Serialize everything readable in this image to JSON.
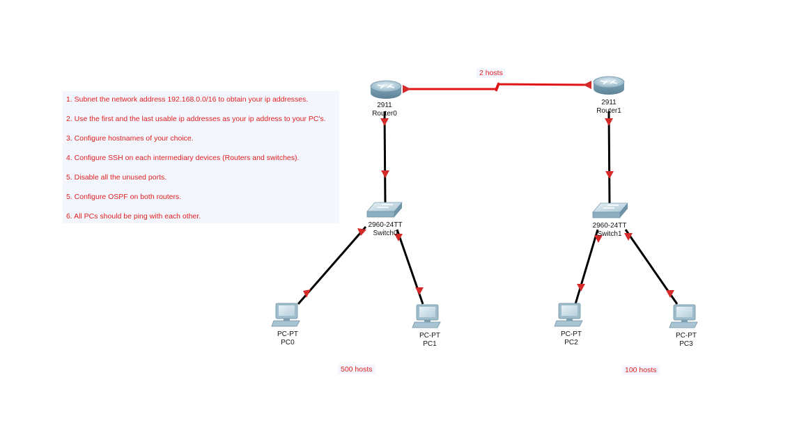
{
  "notes": [
    "1. Subnet the network address 192.168.0.0/16 to obtain your ip addresses.",
    "2. Use the first and the last usable ip addresses as your ip address to your PC's.",
    "3. Configure hostnames of your choice.",
    "4. Configure SSH on each intermediary devices (Routers and switches).",
    "5. Disable all the unused ports.",
    "5. Configure OSPF on both routers.",
    "6. All PCs should be ping with each other."
  ],
  "devices": {
    "router0": {
      "model": "2911",
      "name": "Router0"
    },
    "router1": {
      "model": "2911",
      "name": "Router1"
    },
    "switch0": {
      "model": "2960-24TT",
      "name": "Switch0"
    },
    "switch1": {
      "model": "2960-24TT",
      "name": "Switch1"
    },
    "pc0": {
      "model": "PC-PT",
      "name": "PC0"
    },
    "pc1": {
      "model": "PC-PT",
      "name": "PC1"
    },
    "pc2": {
      "model": "PC-PT",
      "name": "PC2"
    },
    "pc3": {
      "model": "PC-PT",
      "name": "PC3"
    }
  },
  "segments": {
    "wan": "2 hosts",
    "lan_left": "500 hosts",
    "lan_right": "100 hosts"
  },
  "colors": {
    "link": "#000000",
    "serial_link": "#e01414",
    "port_marker": "#d42a2a",
    "text_accent": "#e02020"
  }
}
